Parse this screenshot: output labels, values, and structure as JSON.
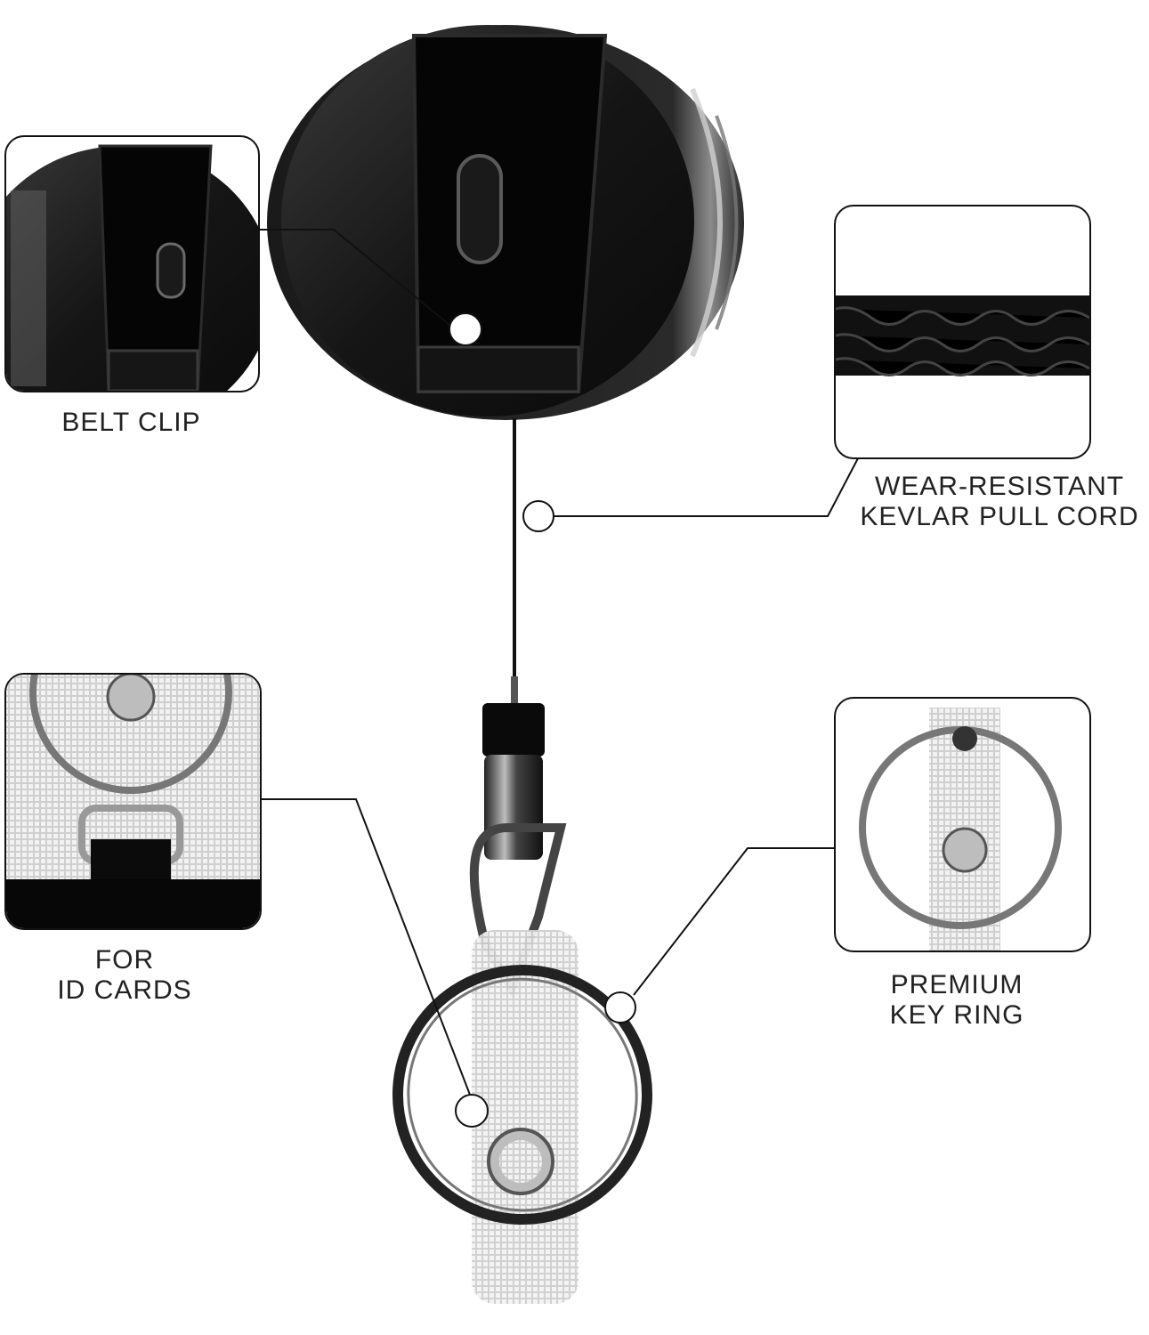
{
  "captions": {
    "belt_clip": "BELT CLIP",
    "cord_line1": "WEAR-RESISTANT",
    "cord_line2": "KEVLAR PULL CORD",
    "id_line1": "FOR",
    "id_line2": "ID CARDS",
    "ring_line1": "PREMIUM",
    "ring_line2": "KEY RING"
  },
  "colors": {
    "reel_black": "#0d0d0d",
    "chrome": "#9a9a9a",
    "strap": "#eeeeee",
    "leader_line": "#111111"
  }
}
